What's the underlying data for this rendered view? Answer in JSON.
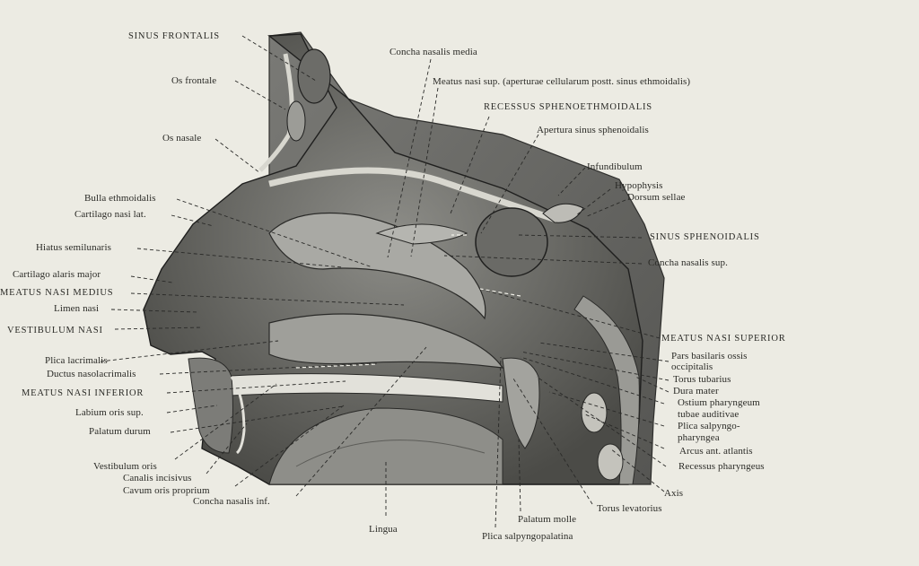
{
  "labels": {
    "sinus_frontalis": "SINUS FRONTALIS",
    "os_frontale": "Os frontale",
    "os_nasale": "Os nasale",
    "bulla_ethmoidalis": "Bulla ethmoidalis",
    "cartilago_nasi_lat": "Cartilago nasi lat.",
    "hiatus_semilunaris": "Hiatus semilunaris",
    "cartilago_alaris_major": "Cartilago alaris major",
    "meatus_nasi_medius": "MEATUS NASI MEDIUS",
    "limen_nasi": "Limen nasi",
    "vestibulum_nasi": "VESTIBULUM NASI",
    "plica_lacrimalis": "Plica lacrimalis",
    "ductus_nasolacrimalis": "Ductus nasolacrimalis",
    "meatus_nasi_inferior": "MEATUS NASI INFERIOR",
    "labium_oris_sup": "Labium oris sup.",
    "palatum_durum": "Palatum durum",
    "vestibulum_oris": "Vestibulum oris",
    "canalis_incisivus": "Canalis incisivus",
    "cavum_oris_proprium": "Cavum oris proprium",
    "concha_nasalis_inf": "Concha nasalis inf.",
    "lingua": "Lingua",
    "concha_nasalis_media": "Concha nasalis media",
    "meatus_nasi_sup": "Meatus nasi sup. (aperturae cellularum postt. sinus ethmoidalis)",
    "recessus_sphenoethmoidalis": "RECESSUS SPHENOETHMOIDALIS",
    "apertura_sinus_sphenoidalis": "Apertura sinus sphenoidalis",
    "infundibulum": "Infundibulum",
    "hypophysis": "Hypophysis",
    "dorsum_sellae": "Dorsum sellae",
    "sinus_sphenoidalis": "SINUS SPHENOIDALIS",
    "concha_nasalis_sup": "Concha nasalis sup.",
    "meatus_nasi_superior": "MEATUS NASI SUPERIOR",
    "pars_basilaris": "Pars basilaris ossis",
    "occipitalis": "occipitalis",
    "torus_tubarius": "Torus tubarius",
    "dura_mater": "Dura mater",
    "ostium_pharyngeum": "Ostium pharyngeum",
    "tubae_auditivae": "tubae auditivae",
    "plica_salpyngo": "Plica salpyngo-",
    "pharyngea": "pharyngea",
    "arcus_ant_atlantis": "Arcus ant. atlantis",
    "recessus_pharyngeus": "Recessus pharyngeus",
    "axis": "Axis",
    "torus_levatorius": "Torus levatorius",
    "palatum_molle": "Palatum molle",
    "plica_salpyngopalatina": "Plica salpyngopalatina"
  }
}
